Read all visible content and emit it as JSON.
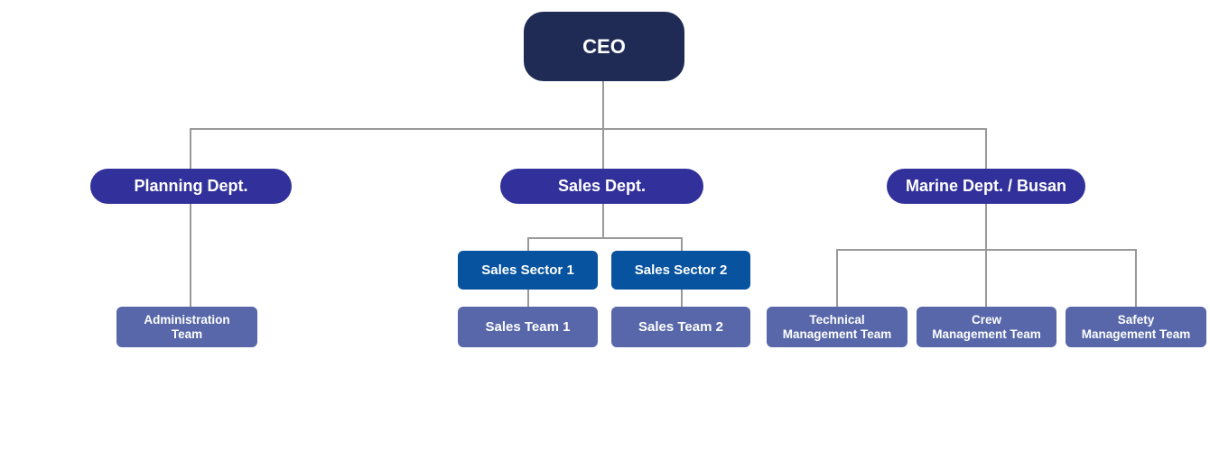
{
  "colors": {
    "ceo": "#1F2B55",
    "dept": "#32319B",
    "sector": "#07539F",
    "team": "#5767A9",
    "line": "#999999",
    "text": "#FFFFFF",
    "bg": "#FFFFFF"
  },
  "org_chart": {
    "type": "org-tree",
    "root": {
      "label": "CEO"
    },
    "departments": [
      {
        "label": "Planning Dept."
      },
      {
        "label": "Sales Dept."
      },
      {
        "label": "Marine Dept. / Busan"
      }
    ],
    "planning_children": [
      {
        "lines": [
          "Administration",
          "Team"
        ]
      }
    ],
    "sales_sectors": [
      {
        "label": "Sales Sector 1"
      },
      {
        "label": "Sales Sector 2"
      }
    ],
    "sales_teams": [
      {
        "label": "Sales Team 1"
      },
      {
        "label": "Sales Team 2"
      }
    ],
    "marine_teams": [
      {
        "lines": [
          "Technical",
          "Management Team"
        ]
      },
      {
        "lines": [
          "Crew",
          "Management Team"
        ]
      },
      {
        "lines": [
          "Safety",
          "Management Team"
        ]
      }
    ]
  }
}
